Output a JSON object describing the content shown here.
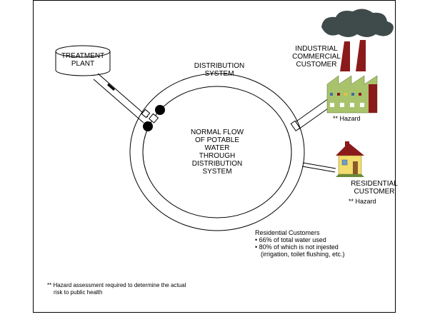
{
  "treatment_plant": {
    "line1": "TREATMENT",
    "line2": "PLANT"
  },
  "distribution_system": {
    "line1": "DISTRIBUTION",
    "line2": "SYSTEM"
  },
  "normal_flow": {
    "lines": [
      "NORMAL FLOW",
      "OF POTABLE",
      "WATER",
      "THROUGH",
      "DISTRIBUTION",
      "SYSTEM"
    ]
  },
  "industrial": {
    "lines": [
      "INDUSTRIAL",
      "COMMERCIAL",
      "CUSTOMER"
    ],
    "hazard": "** Hazard"
  },
  "residential": {
    "lines": [
      "RESIDENTIAL",
      "CUSTOMER"
    ],
    "hazard": "** Hazard"
  },
  "residential_customers_note": {
    "heading": "Residential Customers",
    "bullets": [
      "66% of total water used",
      "80% of which is not injested (irrigation, toilet flushing, etc.)"
    ]
  },
  "footnote": {
    "line1": "** Hazard assessment required to determine the actual",
    "line2": "risk to public health"
  },
  "colors": {
    "factory": "#a8c36c",
    "chimney": "#8b1a1a",
    "smoke": "#3f4a4a",
    "roof": "#8b1a1a",
    "house": "#f2dc6c"
  }
}
